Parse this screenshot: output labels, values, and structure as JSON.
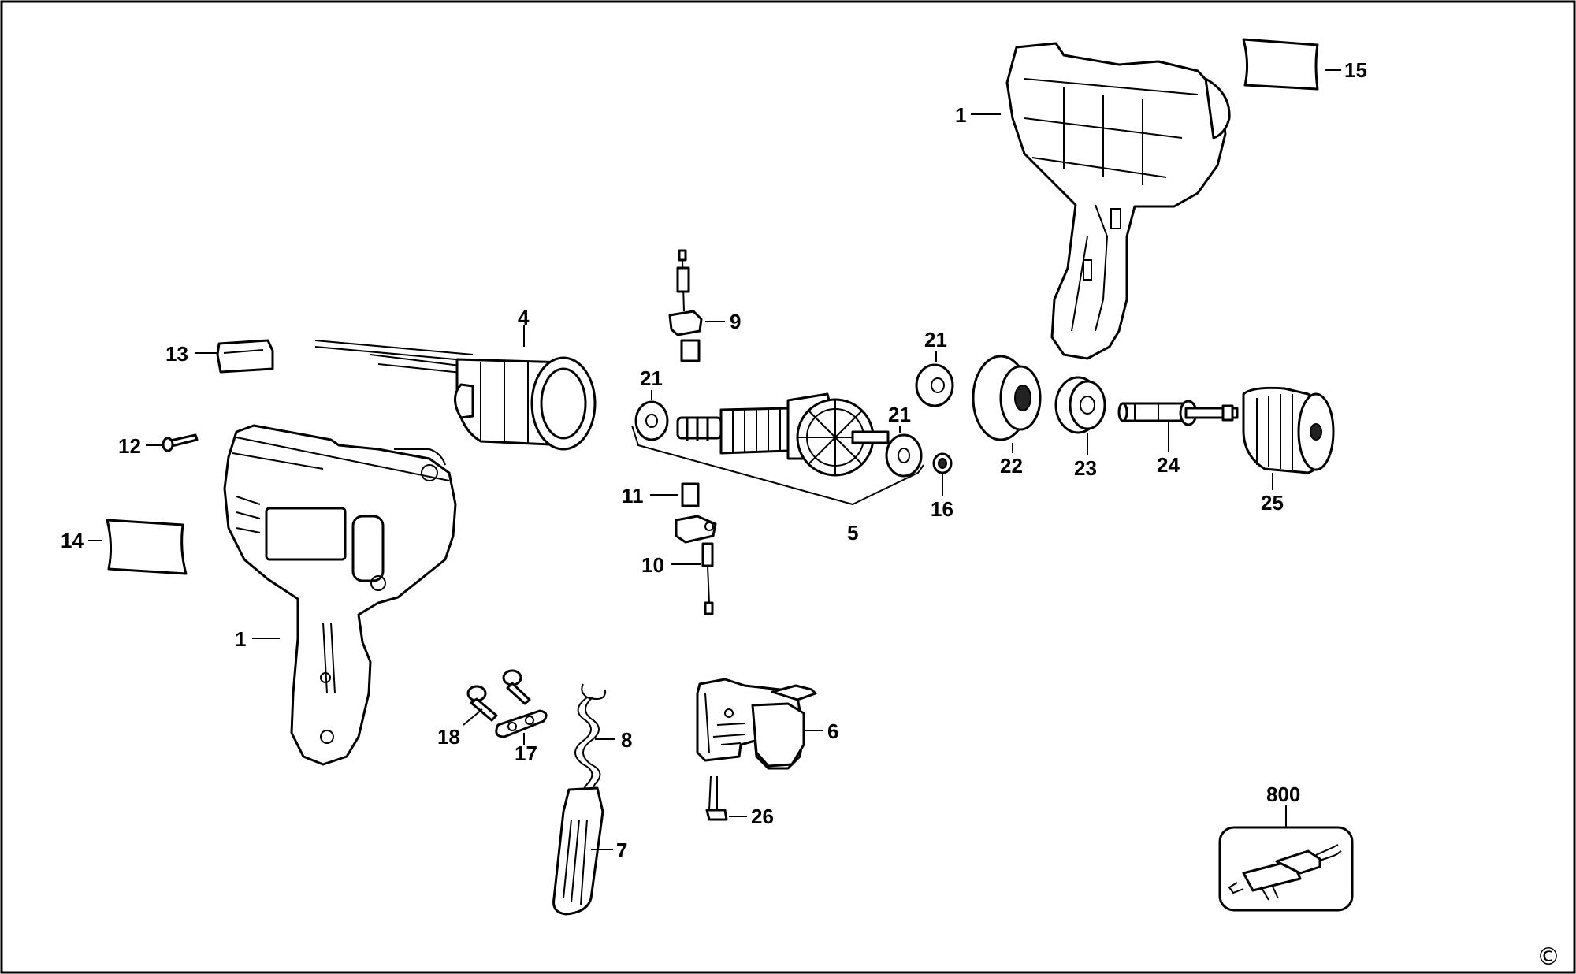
{
  "callouts": {
    "c1_top": "1",
    "c1_bottom": "1",
    "c4": "4",
    "c5": "5",
    "c6": "6",
    "c7": "7",
    "c8": "8",
    "c9": "9",
    "c10": "10",
    "c11": "11",
    "c12": "12",
    "c13": "13",
    "c14": "14",
    "c15": "15",
    "c16": "16",
    "c17": "17",
    "c18": "18",
    "c21_a": "21",
    "c21_b": "21",
    "c21_c": "21",
    "c22": "22",
    "c23": "23",
    "c24": "24",
    "c25": "25",
    "c26": "26",
    "c800": "800"
  },
  "copyright_mark": "©",
  "colors": {
    "line": "#000000",
    "background": "#ffffff"
  }
}
